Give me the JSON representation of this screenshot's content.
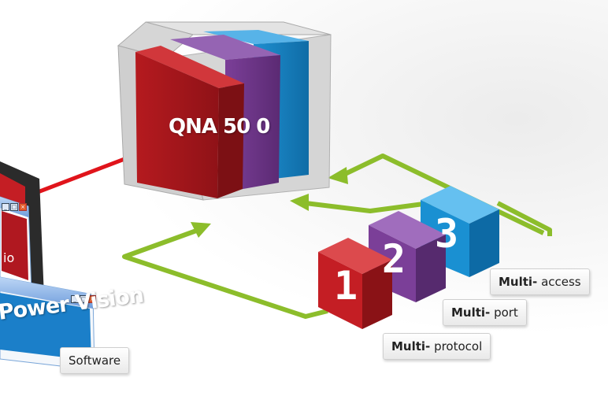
{
  "device": {
    "name": "QNA 50 0"
  },
  "software": {
    "window_title": "Power Vision",
    "caption": "Software",
    "back_window_text": "io"
  },
  "features": [
    {
      "number": "1",
      "bold": "Multi-",
      "rest": " protocol",
      "color": "#c41e24"
    },
    {
      "number": "2",
      "bold": "Multi-",
      "rest": " port",
      "color": "#7b3f98"
    },
    {
      "number": "3",
      "bold": "Multi-",
      "rest": " access",
      "color": "#1a90d2"
    }
  ],
  "colors": {
    "arrow": "#8cbd2b",
    "link": "#e0141b",
    "red": "#c41e24",
    "purple": "#7b3f98",
    "blue": "#1a90d2",
    "enclosure": "#c9c9c9"
  },
  "icons": [
    "minimize-icon",
    "maximize-icon",
    "close-icon"
  ]
}
